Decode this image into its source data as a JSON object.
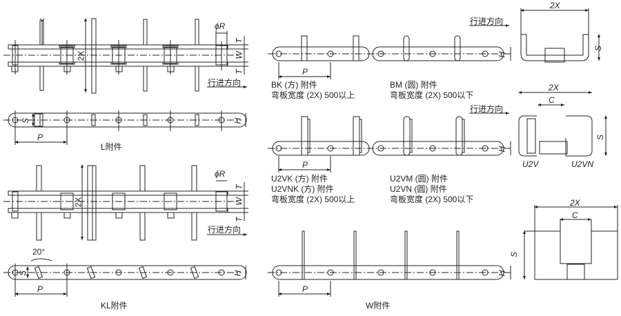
{
  "diagram": {
    "type": "chain-attachment-technical-drawings",
    "stroke_color": "#231f20",
    "background": "#ffffff"
  },
  "common": {
    "direction_label": "行进方向",
    "dims": {
      "pitch": "P",
      "height": "H",
      "span": "S",
      "width_2x": "2X",
      "inner_c": "C",
      "inner_w": "W",
      "thickness": "T",
      "roller_dia": "ϕR",
      "angle": "20°"
    }
  },
  "panels": {
    "L": {
      "caption": "L附件"
    },
    "KL": {
      "caption": "KL附件"
    },
    "BK_BM": {
      "left_caption_line1": "BK (方) 附件",
      "left_caption_line2": "弯板宽度 (2X) 500以上",
      "right_caption_line1": "BM (圆) 附件",
      "right_caption_line2": "弯板宽度 (2X) 500以下"
    },
    "U2V": {
      "left_caption_line1": "U2VK (方) 附件",
      "left_caption_line2": "U2VNK (方) 附件",
      "left_caption_line3": "弯板宽度 (2X) 500以上",
      "right_caption_line1": "U2VM (圆) 附件",
      "right_caption_line2": "U2VN (圆) 附件",
      "right_caption_line3": "弯板宽度 (2X) 500以下",
      "section_left_label": "U2V",
      "section_right_label": "U2VN"
    },
    "W": {
      "caption": "W附件"
    }
  }
}
